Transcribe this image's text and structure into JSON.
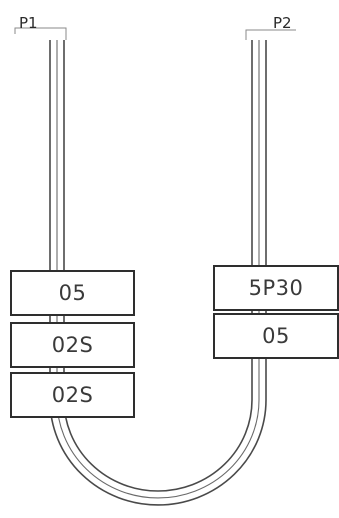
{
  "ports": {
    "p1": "P1",
    "p2": "P2"
  },
  "left_segments": [
    "05",
    "02S",
    "02S"
  ],
  "right_segments": [
    "5P30",
    "05"
  ],
  "colors": {
    "tube_stroke": "#4a4a4a",
    "box_border": "#2e2e2e",
    "text": "#3a3a3a",
    "background": "#ffffff"
  }
}
